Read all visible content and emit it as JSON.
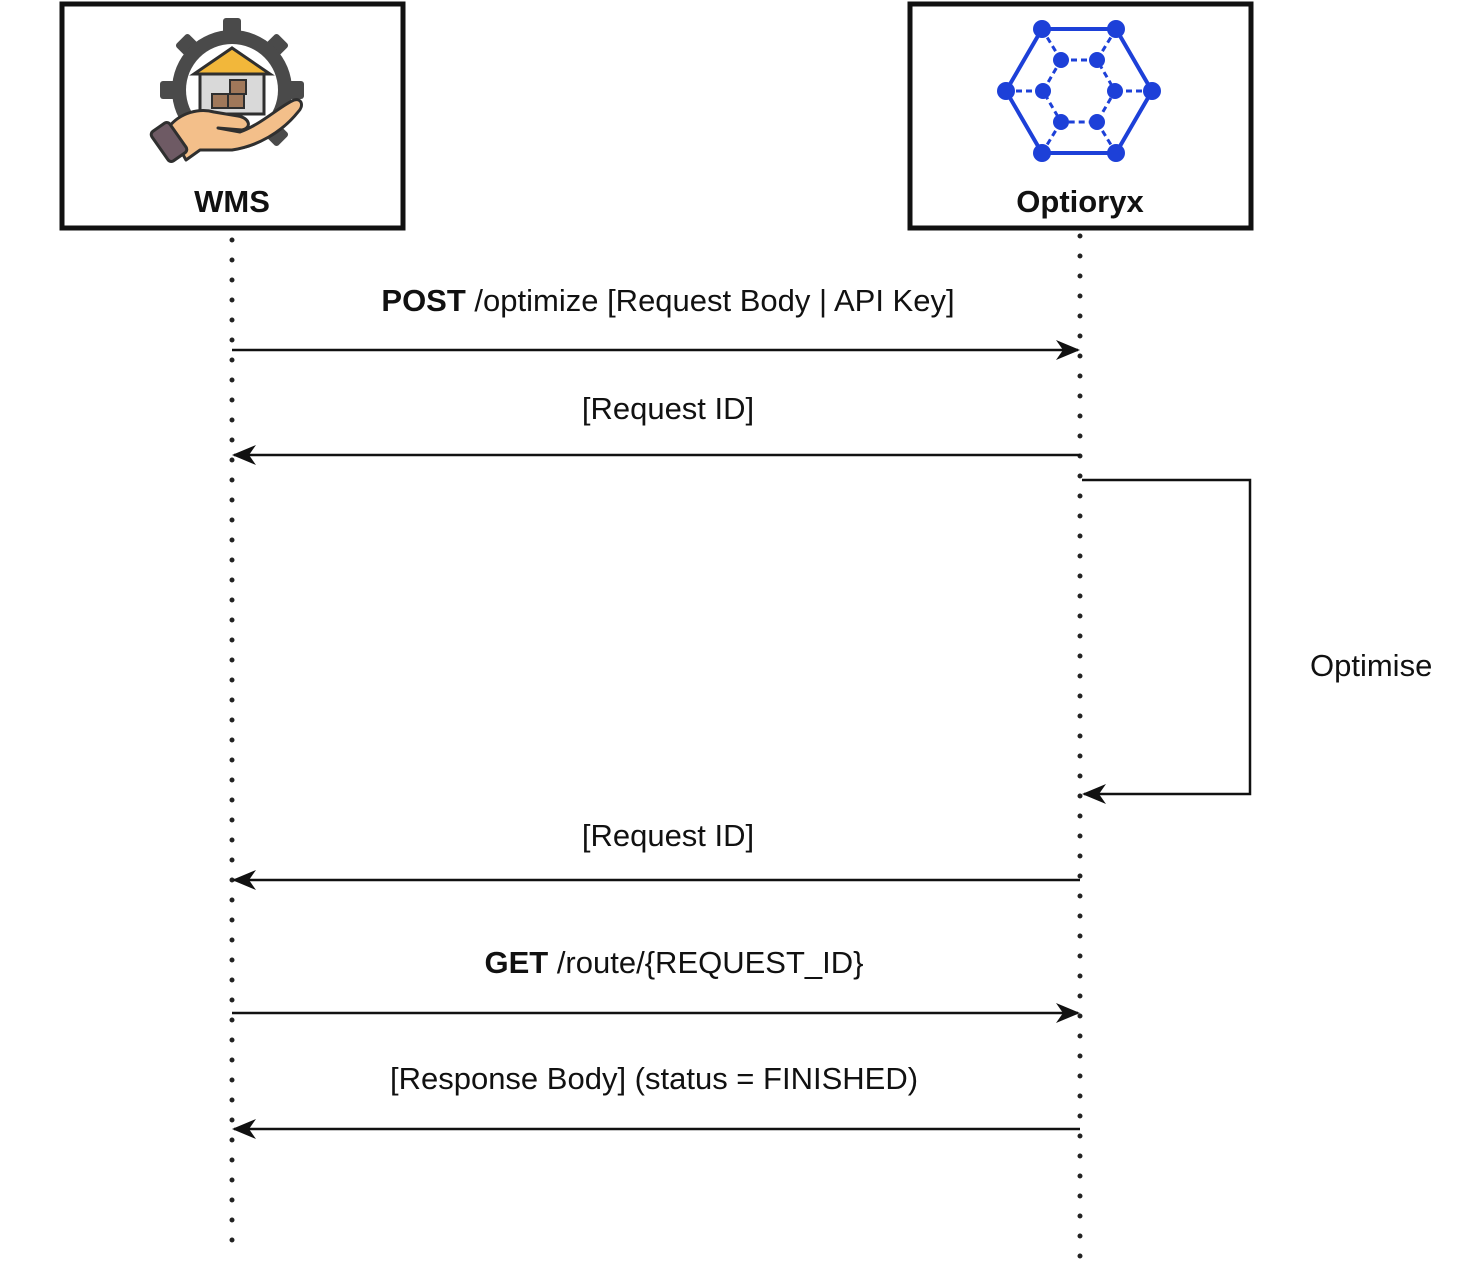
{
  "participants": [
    {
      "id": "wms",
      "label": "WMS",
      "icon": "warehouse-hand-gear-icon"
    },
    {
      "id": "optioryx",
      "label": "Optioryx",
      "icon": "hexagon-network-icon"
    }
  ],
  "messages": [
    {
      "from": "wms",
      "to": "optioryx",
      "method": "POST",
      "text": " /optimize [Request Body | API Key]"
    },
    {
      "from": "optioryx",
      "to": "wms",
      "method": "",
      "text": "[Request ID]"
    },
    {
      "from": "optioryx",
      "to": "optioryx",
      "method": "",
      "text": "Optimise"
    },
    {
      "from": "optioryx",
      "to": "wms",
      "method": "",
      "text": "[Request ID]"
    },
    {
      "from": "wms",
      "to": "optioryx",
      "method": "GET",
      "text": " /route/{REQUEST_ID}"
    },
    {
      "from": "optioryx",
      "to": "wms",
      "method": "",
      "text": "[Response Body] (status = FINISHED)"
    }
  ],
  "colors": {
    "line": "#111111",
    "optioryx_blue": "#1d40d8",
    "wms_gear": "#4a4a4a",
    "wms_roof": "#f2b73a",
    "wms_hand": "#f3bf8a",
    "wms_box": "#a0785a"
  }
}
